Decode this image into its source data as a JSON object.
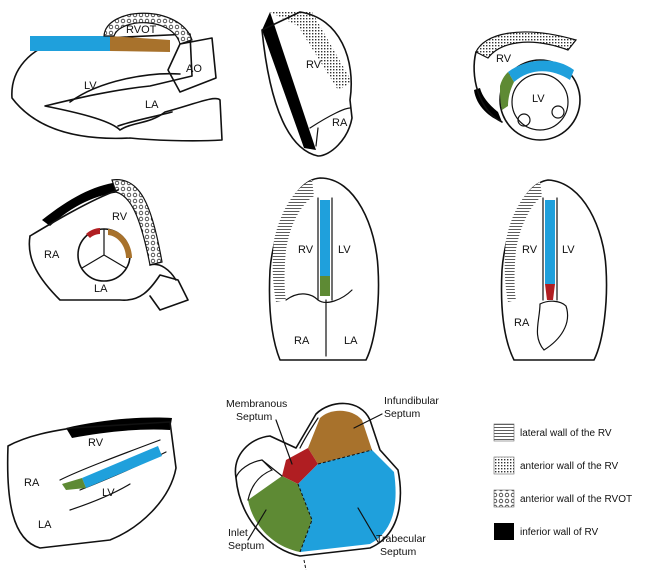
{
  "colors": {
    "trabecular": "#1fa0dc",
    "outflow": "#a8722c",
    "inlet": "#5e8a34",
    "membranous": "#b01e22",
    "inferior": "#000000"
  },
  "views": {
    "v1": {
      "rvot": "RVOT",
      "ao": "AO",
      "lv": "LV",
      "la": "LA"
    },
    "v2": {
      "rv": "RV",
      "ra": "RA"
    },
    "v3": {
      "rv": "RV",
      "lv": "LV"
    },
    "v4": {
      "rv": "RV",
      "ra": "RA",
      "la": "LA"
    },
    "v5": {
      "rv": "RV",
      "lv": "LV",
      "ra": "RA",
      "la": "LA"
    },
    "v6": {
      "rv": "RV",
      "lv": "LV",
      "ra": "RA"
    },
    "v7": {
      "rv": "RV",
      "lv": "LV",
      "ra": "RA",
      "la": "LA"
    }
  },
  "septum": {
    "membranous": [
      "Membranous",
      "Septum"
    ],
    "infundibular": [
      "Infundibular",
      "Septum"
    ],
    "inlet": [
      "Inlet",
      "Septum"
    ],
    "trabecular": [
      "Trabecular",
      "Septum"
    ]
  },
  "legend": [
    {
      "pattern": "lateral",
      "label": "lateral wall of the RV"
    },
    {
      "pattern": "anterior",
      "label": "anterior wall of the RV"
    },
    {
      "pattern": "rvot",
      "label": "anterior wall of the RVOT"
    },
    {
      "pattern": "inferior",
      "label": "inferior wall of RV"
    }
  ]
}
